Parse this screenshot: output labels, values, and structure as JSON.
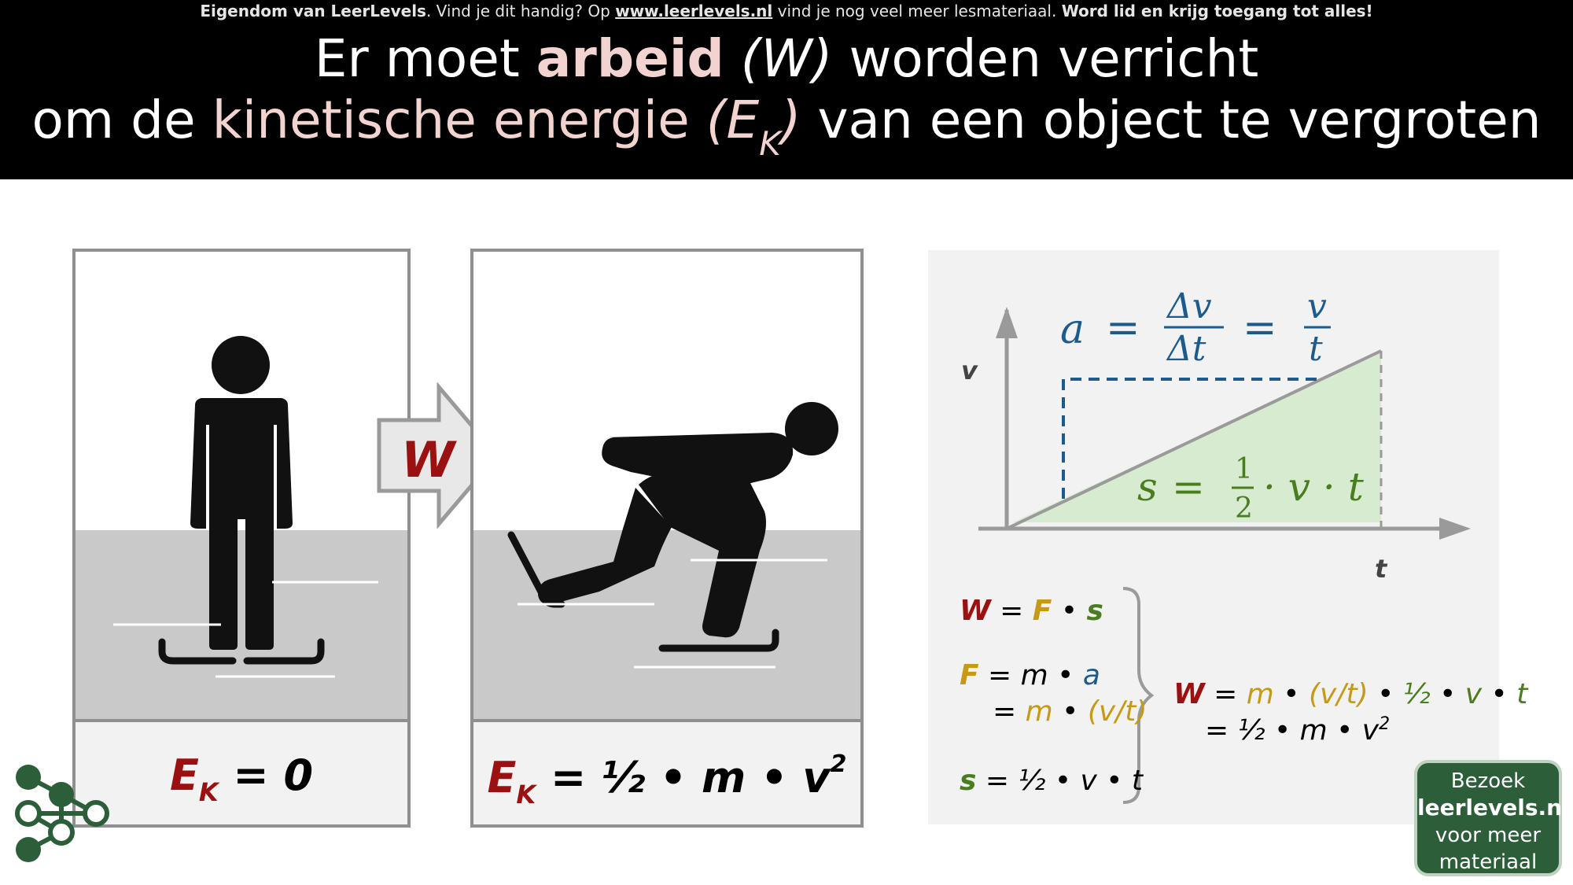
{
  "header": {
    "notice_brand": "Eigendom van LeerLevels",
    "notice_mid": ". Vind je dit handig? Op ",
    "notice_link": "www.leerlevels.nl",
    "notice_tail": " vind je nog veel meer lesmateriaal. ",
    "notice_cta": "Word lid en krijg toegang tot alles!",
    "line1_pre": "Er moet ",
    "line1_key": "arbeid",
    "line1_sym": " (W)",
    "line1_post": " worden verricht",
    "line2_pre": "om de ",
    "line2_key": "kinetische energie",
    "line2_sym_open": " (E",
    "line2_sym_sub": "K",
    "line2_sym_close": ")",
    "line2_post": " van een object te vergroten"
  },
  "panels": {
    "before_ek": "E",
    "before_ek_sub": "K",
    "before_value": " = 0",
    "after_ek": "E",
    "after_ek_sub": "K",
    "after_value": " = ½ • m • v",
    "after_exp": "2"
  },
  "arrow_label": "W",
  "graph": {
    "y_label": "v",
    "x_label": "t",
    "accel_lhs": "a",
    "accel_eq": "=",
    "accel_num": "Δv",
    "accel_den": "Δt",
    "accel_eq2": "=",
    "accel_num2": "v",
    "accel_den2": "t",
    "area_lhs": "s",
    "area_eq": "=",
    "area_num": "1",
    "area_den": "2",
    "area_rhs": "· v · t"
  },
  "formulas": {
    "w": "W",
    "w_eq": " = ",
    "w_f": "F",
    "dot": " • ",
    "w_s": "s",
    "f": "F",
    "f_eq": "  = m • ",
    "f_a": "a",
    "f2_eq": "= ",
    "f2_m": "m",
    "f2_vt": "(v/t)",
    "s": "s",
    "s_eq": "  = ½ • v • t",
    "res_w": "W",
    "res_eq": " = ",
    "res_m": "m",
    "res_vt": "(v/t)",
    "res_half": "½",
    "res_v": "v",
    "res_t": "t",
    "res2": "= ½ • m • v",
    "res2_exp": "2"
  },
  "visit": {
    "line1": "Bezoek",
    "line2": "leerlevels.nl",
    "line3": "voor meer",
    "line4": "materiaal"
  },
  "colors": {
    "work": "#9b1111",
    "force": "#c79a16",
    "distance": "#4a7d1f",
    "acceleration": "#1d5b8e",
    "highlight": "#f3d3cf",
    "brand_green": "#2c5e3a"
  }
}
